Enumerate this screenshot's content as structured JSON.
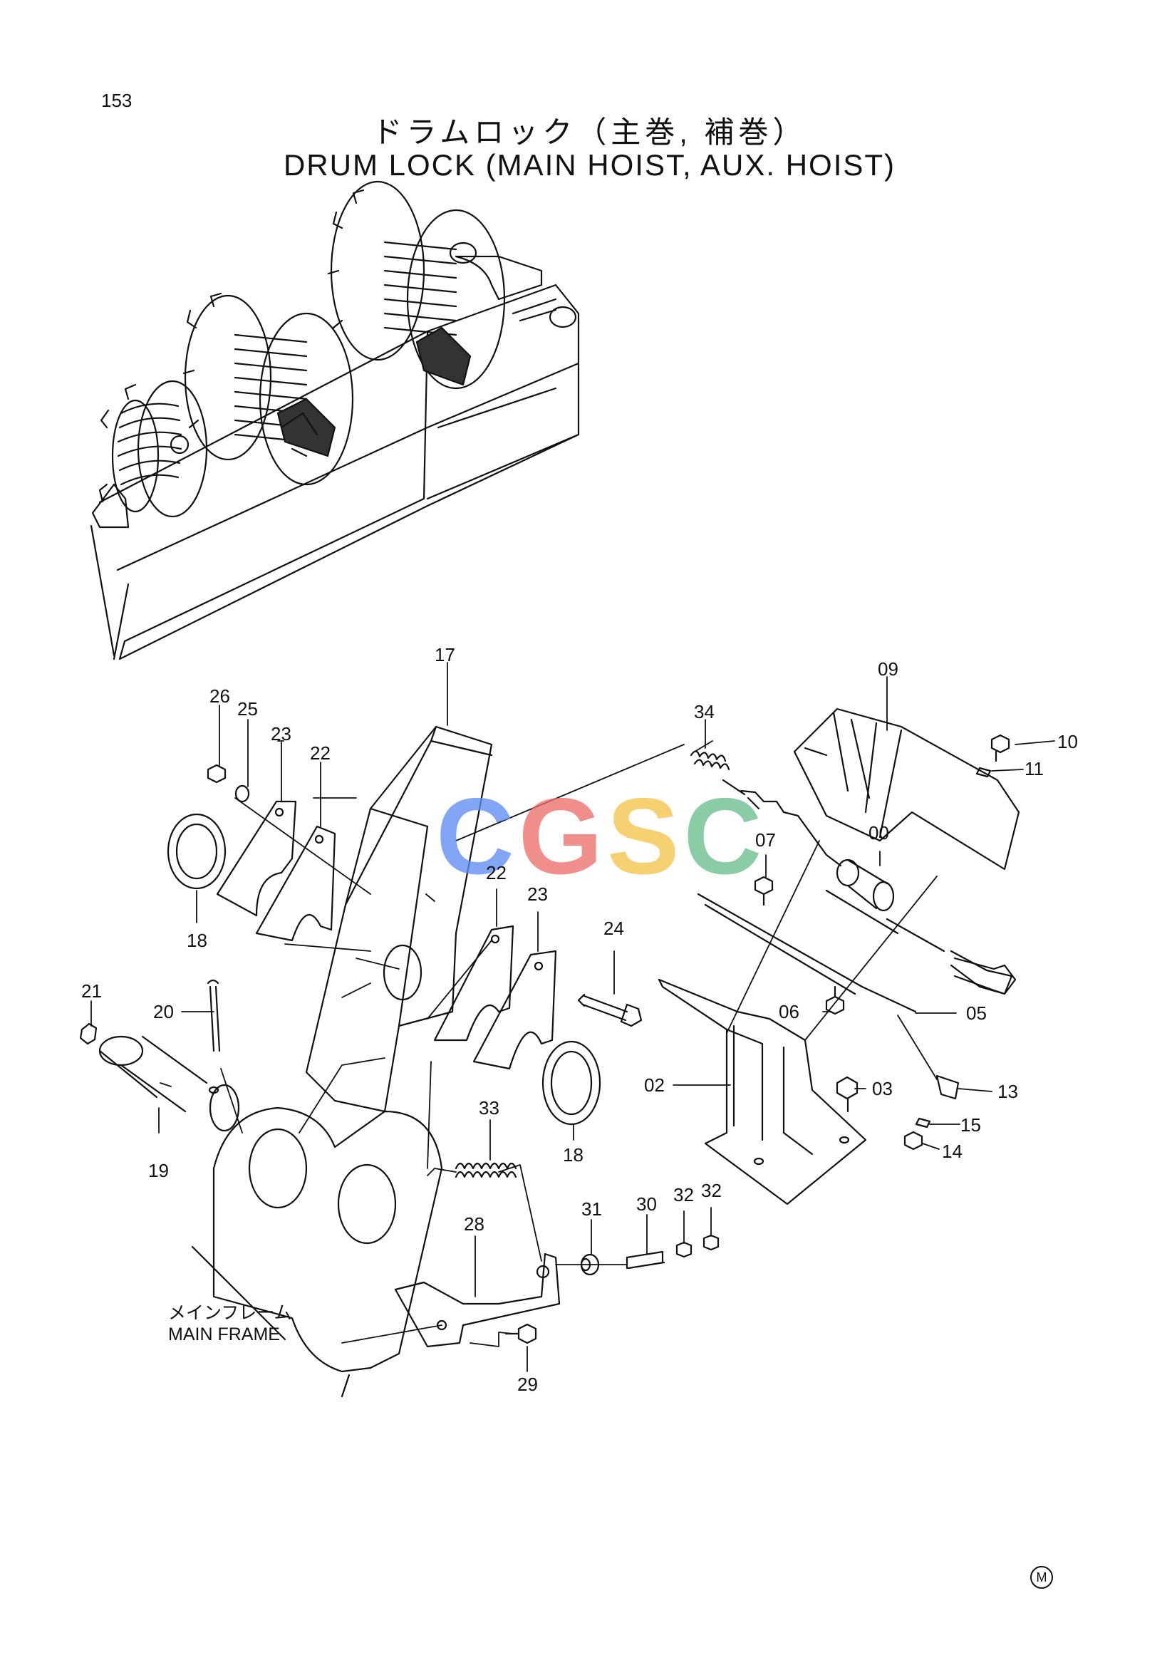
{
  "header": {
    "page_number": "153",
    "title_jp": "ドラムロック（主巻, 補巻）",
    "title_en": "DRUM LOCK (MAIN HOIST, AUX. HOIST)"
  },
  "labels": {
    "p17": "17",
    "p09": "09",
    "p34": "34",
    "p26": "26",
    "p25": "25",
    "p23a": "23",
    "p22a": "22",
    "p10": "10",
    "p11": "11",
    "p00": "00",
    "p07": "07",
    "p22b": "22",
    "p23b": "23",
    "p18a": "18",
    "p24": "24",
    "p21": "21",
    "p20": "20",
    "p06": "06",
    "p05": "05",
    "p02": "02",
    "p03": "03",
    "p13": "13",
    "p15": "15",
    "p14": "14",
    "p33": "33",
    "p19": "19",
    "p18b": "18",
    "p31": "31",
    "p30": "30",
    "p32a": "32",
    "p32b": "32",
    "p28": "28",
    "p29": "29"
  },
  "main_frame": {
    "jp": "メインフレーム",
    "en": "MAIN FRAME"
  },
  "watermark": {
    "c1": "C",
    "g": "G",
    "s": "S",
    "c2": "C"
  },
  "footer": {
    "mark": "M"
  },
  "colors": {
    "c1": "#5f8ef3",
    "g": "#ec6f6c",
    "s": "#f6c34b",
    "c2": "#69be8e"
  }
}
